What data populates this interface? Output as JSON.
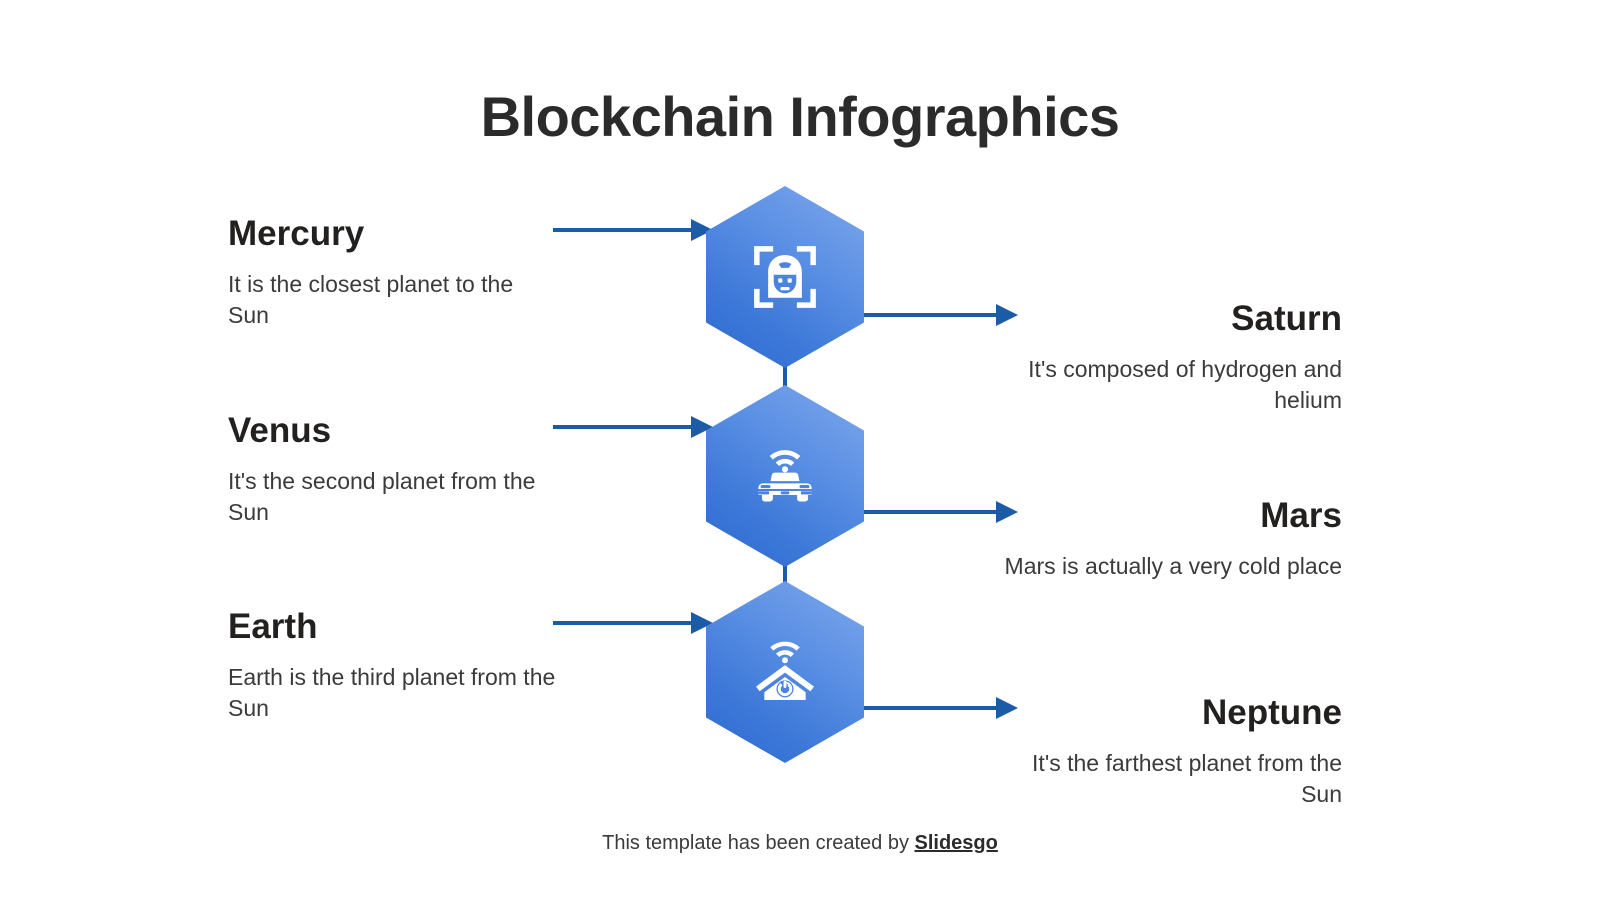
{
  "slide": {
    "title": "Blockchain Infographics",
    "background_color": "#ffffff",
    "accent_color": "#1c5ba6",
    "hex_gradient_from": "#7fa8ec",
    "hex_gradient_to": "#2d6ace"
  },
  "left_entries": [
    {
      "heading": "Mercury",
      "body": "It is the closest planet to the Sun"
    },
    {
      "heading": "Venus",
      "body": "It's the second planet from the Sun"
    },
    {
      "heading": "Earth",
      "body": "Earth is the third planet from the Sun"
    }
  ],
  "right_entries": [
    {
      "heading": "Saturn",
      "body": "It's composed of hydrogen and helium"
    },
    {
      "heading": "Mars",
      "body": "Mars is actually a very cold place"
    },
    {
      "heading": "Neptune",
      "body": "It's the farthest planet from the Sun"
    }
  ],
  "hexagons": [
    {
      "icon": "face-scan-icon"
    },
    {
      "icon": "smart-car-icon"
    },
    {
      "icon": "smart-home-icon"
    }
  ],
  "footer": {
    "text": "This template has been created by ",
    "brand": "Slidesgo"
  }
}
